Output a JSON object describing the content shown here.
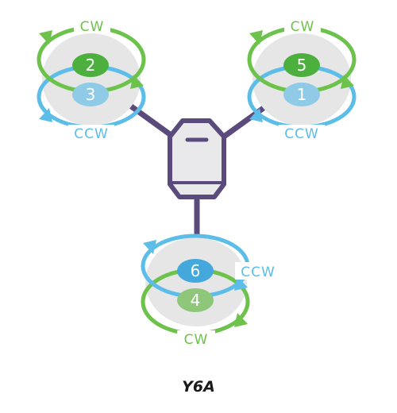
{
  "title": "Y6A",
  "colors": {
    "cw": "#6cc24a",
    "ccw": "#5bbde8",
    "frame": "#5b4a7c",
    "body_fill": "#e9e9ec",
    "prop_disc": "#e6e6e6"
  },
  "arms": [
    {
      "position": "top-left",
      "upper": {
        "number": "2",
        "direction": "CW",
        "color": "#4caf3e"
      },
      "lower": {
        "number": "3",
        "direction": "CCW",
        "color": "#8fcbe6"
      }
    },
    {
      "position": "top-right",
      "upper": {
        "number": "5",
        "direction": "CW",
        "color": "#4caf3e"
      },
      "lower": {
        "number": "1",
        "direction": "CCW",
        "color": "#8fcbe6"
      }
    },
    {
      "position": "bottom",
      "upper": {
        "number": "6",
        "direction": "CCW",
        "color": "#45a8dc"
      },
      "lower": {
        "number": "4",
        "direction": "CW",
        "color": "#8fc77a"
      }
    }
  ]
}
